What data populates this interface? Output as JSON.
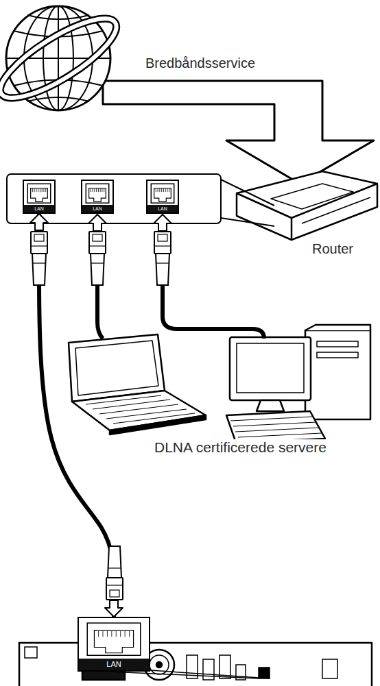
{
  "diagram": {
    "nodes": [
      {
        "text": [
          "LAN"
        ]
      },
      {
        "text": [
          "LAN"
        ]
      },
      {
        "text": [
          "LAN"
        ]
      },
      {
        "text": [
          "LAN"
        ]
      }
    ],
    "edges": [
      {
        "from": 3,
        "to": 0,
        "arrow": "both"
      }
    ],
    "labels": [
      "Bredbåndsservice",
      "Router",
      "DLNA certificerede servere"
    ]
  }
}
